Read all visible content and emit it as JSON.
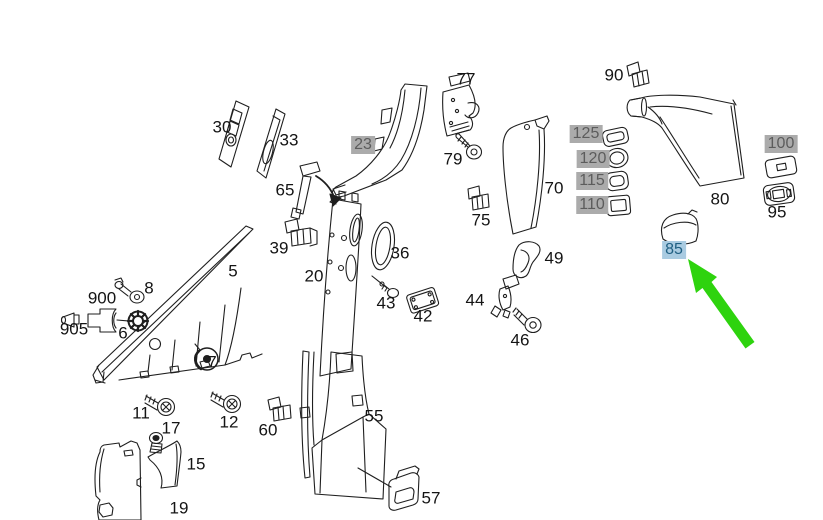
{
  "diagram": {
    "kind": "exploded-parts-line-drawing",
    "background_color": "#ffffff",
    "line_color": "#1f1f1f"
  },
  "selection": {
    "selected_callout": "85",
    "selected_bg": "#a9cbe1",
    "selected_text_color": "#1f5f82",
    "dimmed_callout_bg": "#ababab",
    "dimmed_callout_text_color": "#5c5c5c",
    "arrow_color": "#2ed30e",
    "arrow_points_to": "85"
  },
  "callouts": [
    {
      "text": "30",
      "highlight": "none"
    },
    {
      "text": "33",
      "highlight": "none"
    },
    {
      "text": "23",
      "highlight": "gray"
    },
    {
      "text": "65",
      "highlight": "none"
    },
    {
      "text": "77",
      "highlight": "none"
    },
    {
      "text": "79",
      "highlight": "none"
    },
    {
      "text": "75",
      "highlight": "none"
    },
    {
      "text": "70",
      "highlight": "none"
    },
    {
      "text": "125",
      "highlight": "gray"
    },
    {
      "text": "120",
      "highlight": "gray"
    },
    {
      "text": "115",
      "highlight": "gray"
    },
    {
      "text": "110",
      "highlight": "gray"
    },
    {
      "text": "90",
      "highlight": "none"
    },
    {
      "text": "80",
      "highlight": "none"
    },
    {
      "text": "100",
      "highlight": "gray"
    },
    {
      "text": "95",
      "highlight": "none"
    },
    {
      "text": "85",
      "highlight": "blue-selected"
    },
    {
      "text": "5",
      "highlight": "none"
    },
    {
      "text": "8",
      "highlight": "none"
    },
    {
      "text": "900",
      "highlight": "none"
    },
    {
      "text": "905",
      "highlight": "none"
    },
    {
      "text": "6",
      "highlight": "none"
    },
    {
      "text": "7",
      "highlight": "none"
    },
    {
      "text": "11",
      "highlight": "none"
    },
    {
      "text": "17",
      "highlight": "none"
    },
    {
      "text": "12",
      "highlight": "none"
    },
    {
      "text": "15",
      "highlight": "none"
    },
    {
      "text": "19",
      "highlight": "none"
    },
    {
      "text": "39",
      "highlight": "none"
    },
    {
      "text": "20",
      "highlight": "none"
    },
    {
      "text": "36",
      "highlight": "none"
    },
    {
      "text": "43",
      "highlight": "none"
    },
    {
      "text": "42",
      "highlight": "none"
    },
    {
      "text": "55",
      "highlight": "none"
    },
    {
      "text": "60",
      "highlight": "none"
    },
    {
      "text": "57",
      "highlight": "none"
    },
    {
      "text": "49",
      "highlight": "none"
    },
    {
      "text": "44",
      "highlight": "none"
    },
    {
      "text": "46",
      "highlight": "none"
    }
  ]
}
